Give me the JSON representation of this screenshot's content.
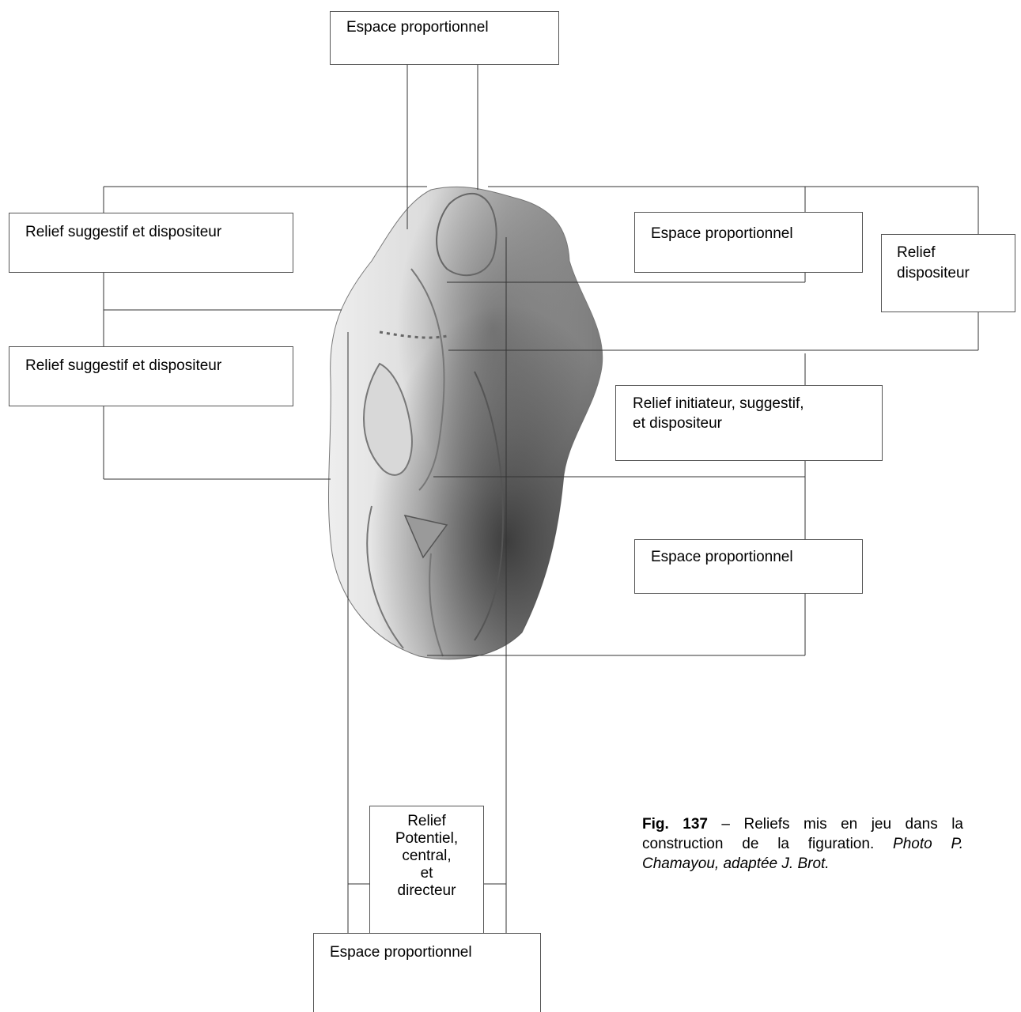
{
  "labels": {
    "top": "Espace proportionnel",
    "left_upper": "Relief suggestif et dispositeur",
    "left_lower": "Relief suggestif et dispositeur",
    "right_upper": "Espace proportionnel",
    "right_relief_lines": [
      "Relief",
      "dispositeur"
    ],
    "right_middle_lines": [
      "Relief initiateur, suggestif,",
      "et dispositeur"
    ],
    "right_lower": "Espace proportionnel",
    "center_lines": [
      "Relief",
      "Potentiel,",
      "central,",
      "et",
      "directeur"
    ],
    "bottom": "Espace proportionnel"
  },
  "caption": {
    "fig": "Fig. 137",
    "text": " – Reliefs mis en jeu dans la construction de la figuration. ",
    "credit": "Photo P. Chamayou, adaptée J. Brot."
  },
  "photo": {
    "subject": "carved-stone-relief-photo",
    "colors": {
      "stone_light": "#e6e6e6",
      "stone_mid": "#b4b4b4",
      "stone_dark": "#4a4a4a"
    }
  }
}
